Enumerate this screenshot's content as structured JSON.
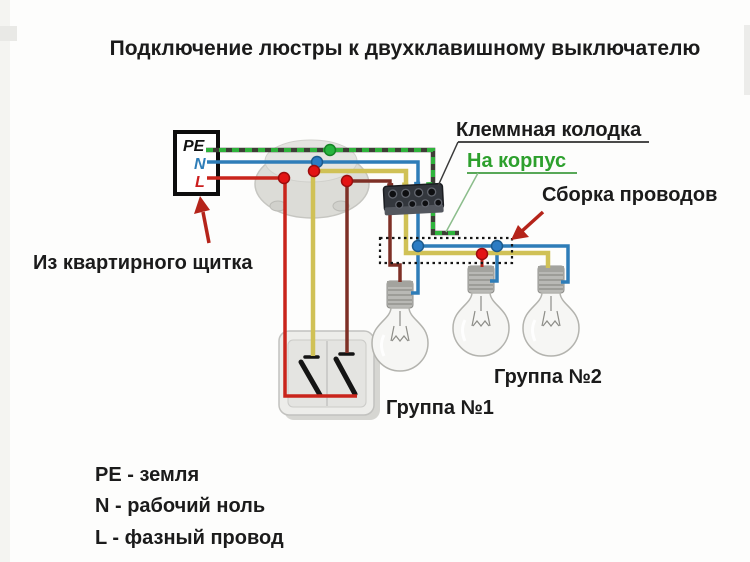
{
  "title": "Подключение люстры к двухклавишному выключателю",
  "source_box": {
    "pe_label": "PE",
    "n_label": "N",
    "l_label": "L"
  },
  "annotations": {
    "from_panel": "Из квартирного щитка",
    "terminal_block": "Клеммная колодка",
    "to_body": "На корпус",
    "wire_assembly": "Сборка проводов",
    "group_1": "Группа №1",
    "group_2": "Группа №2"
  },
  "legend": {
    "pe": "PE - земля",
    "n": "N - рабочий ноль",
    "l": "L - фазный провод"
  },
  "colors": {
    "phase_red": "#c9241b",
    "neutral_blue": "#2e7db8",
    "earth_green": "#2fb43c",
    "earth_underlay": "#3d3d35",
    "group1_brown": "#7e3026",
    "group2_yellow": "#d0c156",
    "junction_red": "#e31414",
    "junction_blue": "#2b7cc4",
    "junction_green": "#27b43e",
    "arrow_red": "#b5241a",
    "label_green": "#2da02d"
  }
}
